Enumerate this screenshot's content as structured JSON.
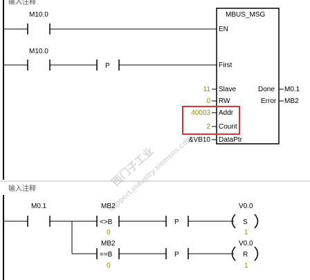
{
  "network1": {
    "header_fragment": "输入注释",
    "contact_en": "M10.0",
    "contact_first": "M10.0",
    "p_contact": "P",
    "box": {
      "title": "MBUS_MSG",
      "pin_en": "EN",
      "pin_first": "First",
      "pin_slave": "Slave",
      "pin_rw": "RW",
      "pin_addr": "Addr",
      "pin_count": "Count",
      "pin_dataptr": "DataPtr",
      "pin_done": "Done",
      "pin_error": "Error",
      "val_slave": "11",
      "val_rw": "0",
      "val_addr": "40003",
      "val_count": "2",
      "val_dataptr": "&VB10",
      "out_done": "M0.1",
      "out_error": "MB2"
    },
    "highlight_color": "#e03030"
  },
  "network2": {
    "header": "输入注释",
    "contact_main": "M0.1",
    "cmp1": {
      "top": "MB2",
      "op": "<>B",
      "bottom": "0"
    },
    "cmp2": {
      "top": "MB2",
      "op": "==B",
      "bottom": "0"
    },
    "p1": "P",
    "p2": "P",
    "coil1": {
      "addr": "V0.0",
      "type": "S",
      "count": "1"
    },
    "coil2": {
      "addr": "V0.0",
      "type": "R",
      "count": "1"
    }
  },
  "watermark": {
    "line1": "西门子工业",
    "line2": "support.industry.siemens.com"
  },
  "colors": {
    "value": "#9a8a00",
    "wire": "#000000",
    "box_border": "#000000"
  }
}
